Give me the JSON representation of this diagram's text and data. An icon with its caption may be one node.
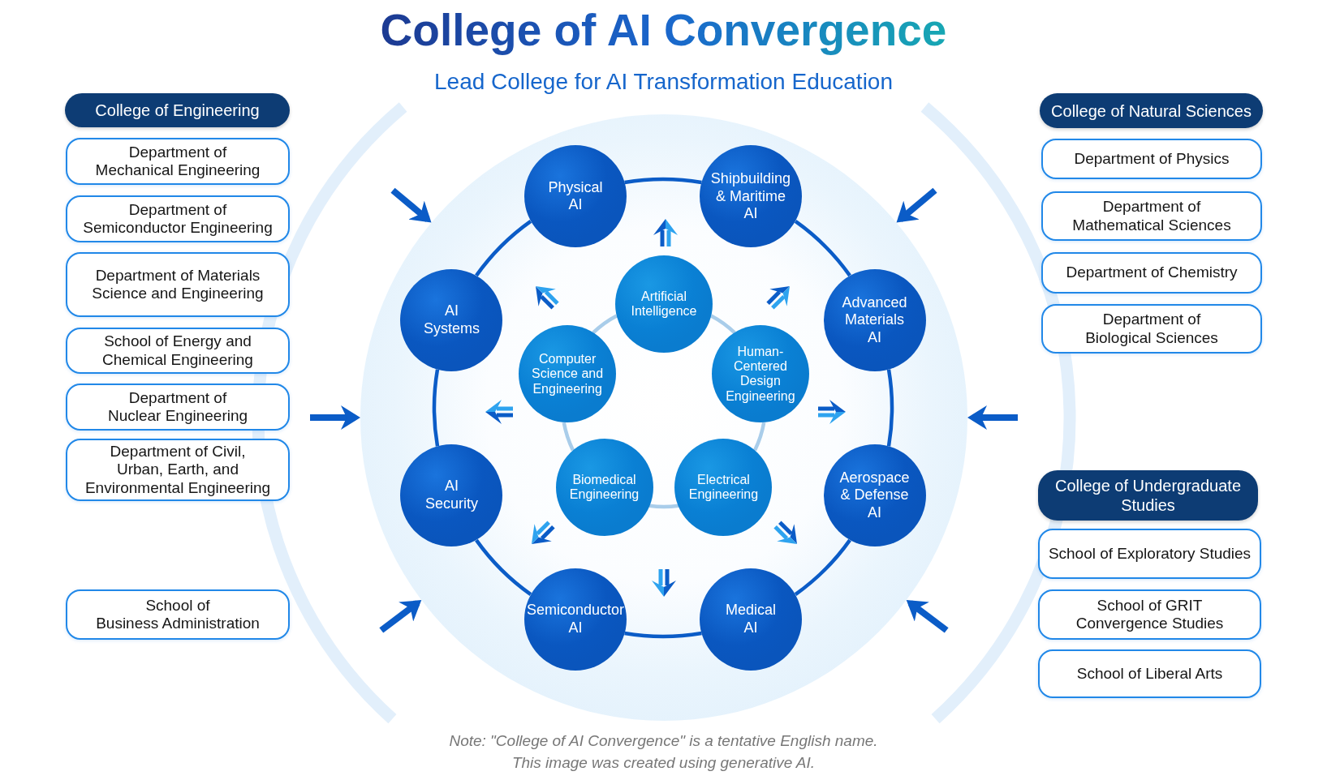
{
  "diagram": {
    "title": "College of AI Convergence",
    "caption": "Note: \"College of AI Convergence\" is a tentative English name. This image was created using generative AI.",
    "nodes": [
      {
        "text": [
          "College of Engineering"
        ]
      },
      {
        "text": [
          "Department of Mechanical Engineering"
        ]
      },
      {
        "text": [
          "Department of Semiconductor Engineering"
        ]
      },
      {
        "text": [
          "Department of Materials Science and Engineering"
        ]
      },
      {
        "text": [
          "School of Energy and Chemical Engineering"
        ]
      },
      {
        "text": [
          "Department of Nuclear Engineering"
        ]
      },
      {
        "text": [
          "Department of Civil, Urban, Earth, and Environmental Engineering"
        ]
      },
      {
        "text": [
          "School of Business Administration"
        ]
      },
      {
        "text": [],
        "shape": "circle"
      },
      {
        "text": [
          "Physical AI"
        ],
        "in": 8
      },
      {
        "text": [
          "Shipbuilding & Maritime AI"
        ],
        "in": 8
      },
      {
        "text": [
          "AI Systems"
        ],
        "in": 8
      },
      {
        "text": [
          "Advanced Materials AI"
        ],
        "in": 8
      },
      {
        "text": [
          "AI Security"
        ],
        "in": 8
      },
      {
        "text": [
          "Aerospace & Defense AI"
        ],
        "in": 8
      },
      {
        "text": [
          "Semiconductor AI"
        ],
        "in": 8
      },
      {
        "text": [
          "Medical AI"
        ],
        "in": 8
      },
      {
        "text": [
          "Artificial Intelligence"
        ],
        "in": 8
      },
      {
        "text": [
          "Computer Science and Engineering"
        ],
        "in": 8
      },
      {
        "text": [
          "Human-Centered Design Engineering"
        ],
        "in": 8
      },
      {
        "text": [
          "Biomedical Engineering"
        ],
        "in": 8
      },
      {
        "text": [
          "Electrical Engineering"
        ],
        "in": 8
      },
      {
        "text": [
          "College of Natural Sciences"
        ]
      },
      {
        "text": [
          "Department of Physics"
        ]
      },
      {
        "text": [
          "Department of Mathematical Sciences"
        ]
      },
      {
        "text": [
          "Department of Chemistry"
        ]
      },
      {
        "text": [
          "Department of Biological Sciences"
        ]
      },
      {
        "text": [
          "College of Undergraduate Studies"
        ]
      },
      {
        "text": [
          "School of Exploratory Studies"
        ]
      },
      {
        "text": [
          "School of GRIT Convergence Studies"
        ]
      },
      {
        "text": [
          "School of Liberal Arts"
        ]
      }
    ],
    "edges": [
      {
        "from": 9,
        "to": 10,
        "arrow": "none"
      },
      {
        "from": 10,
        "to": 12,
        "arrow": "none"
      },
      {
        "from": 12,
        "to": 14,
        "arrow": "none"
      },
      {
        "from": 14,
        "to": 16,
        "arrow": "none"
      },
      {
        "from": 16,
        "to": 15,
        "arrow": "none"
      },
      {
        "from": 15,
        "to": 13,
        "arrow": "none"
      },
      {
        "from": 13,
        "to": 11,
        "arrow": "none"
      },
      {
        "from": 11,
        "to": 9,
        "arrow": "none"
      },
      {
        "from": 17,
        "to": 19,
        "arrow": "none",
        "color": "#a9cdea"
      },
      {
        "from": 19,
        "to": 21,
        "arrow": "none",
        "color": "#a9cdea"
      },
      {
        "from": 21,
        "to": 20,
        "arrow": "none",
        "color": "#a9cdea"
      },
      {
        "from": 20,
        "to": 18,
        "arrow": "none",
        "color": "#a9cdea"
      },
      {
        "from": 18,
        "to": 17,
        "arrow": "none",
        "color": "#a9cdea"
      },
      {
        "from": null,
        "to": 8,
        "arrow": "to"
      },
      {
        "from": null,
        "to": 8,
        "arrow": "to"
      },
      {
        "from": null,
        "to": 8,
        "arrow": "to"
      },
      {
        "from": null,
        "to": 8,
        "arrow": "to"
      },
      {
        "from": null,
        "to": 8,
        "arrow": "to"
      },
      {
        "from": null,
        "to": 8,
        "arrow": "to"
      }
    ],
    "labels": [
      "Lead College for AI Transformation Education"
    ]
  }
}
